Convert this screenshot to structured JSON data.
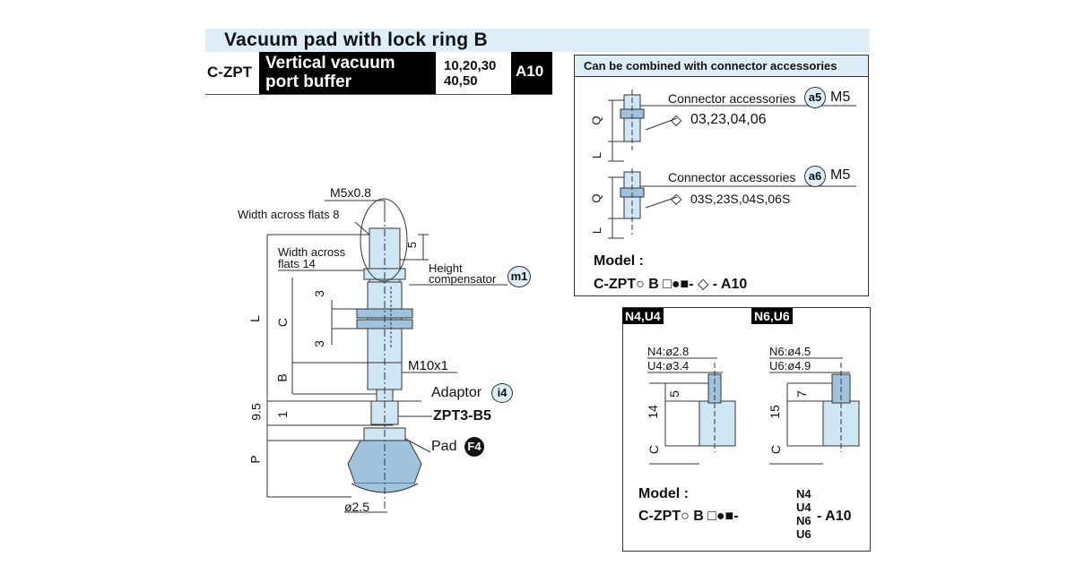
{
  "header": {
    "title": "Vacuum pad with lock ring B",
    "code_prefix": "C-ZPT",
    "description_line1": "Vertical vacuum",
    "description_line2": "port buffer",
    "sizes_line1": "10,20,30",
    "sizes_line2": "40,50",
    "suffix": "A10"
  },
  "main_drawing": {
    "labels": {
      "thread_top": "M5x0.8",
      "flats_8": "Width across flats 8",
      "flats_14_line1": "Width across",
      "flats_14_line2": "flats 14",
      "dim_5": "5",
      "height_comp_line1": "Height",
      "height_comp_line2": "compensator",
      "height_comp_tag": "m1",
      "dim_3_top": "3",
      "dim_c": "C",
      "dim_3_bottom": "3",
      "dim_l": "L",
      "thread_bottom": "M10x1",
      "dim_b": "B",
      "adaptor_label": "Adaptor",
      "adaptor_tag": "i4",
      "adaptor_model": "ZPT3-B5",
      "dim_9_5": "9.5",
      "dim_1": "1",
      "pad_label": "Pad",
      "pad_tag": "F4",
      "dim_p": "P",
      "diameter": "ø2.5"
    }
  },
  "combo_panel": {
    "header": "Can be combined with connector accessories",
    "accessory_a5": {
      "label": "Connector accessories",
      "tag": "a5",
      "thread": "M5",
      "options": "03,23,04,06",
      "dim_q": "Q",
      "dim_l": "L"
    },
    "accessory_a6": {
      "label": "Connector accessories",
      "tag": "a6",
      "thread": "M5",
      "options": "03S,23S,04S,06S",
      "dim_q": "Q",
      "dim_l": "L"
    },
    "model_label": "Model :",
    "model_code": "C-ZPT○ B □●■- ◇ - A10"
  },
  "nut_panel": {
    "left": {
      "tag": "N4,U4",
      "dia_n": "N4:ø2.8",
      "dia_u": "U4:ø3.4",
      "dim_a": "5",
      "dim_b": "14",
      "dim_c": "C"
    },
    "right": {
      "tag": "N6,U6",
      "dia_n": "N6:ø4.5",
      "dia_u": "U6:ø4.9",
      "dim_a": "7",
      "dim_b": "15",
      "dim_c": "C"
    },
    "model_label": "Model :",
    "model_prefix": "C-ZPT○ B □●■-",
    "model_options": [
      "N4",
      "U4",
      "N6",
      "U6"
    ],
    "model_suffix": "- A10"
  },
  "colors": {
    "header_background": "#ddeef8",
    "part_fill": "#cfe6f5"
  }
}
